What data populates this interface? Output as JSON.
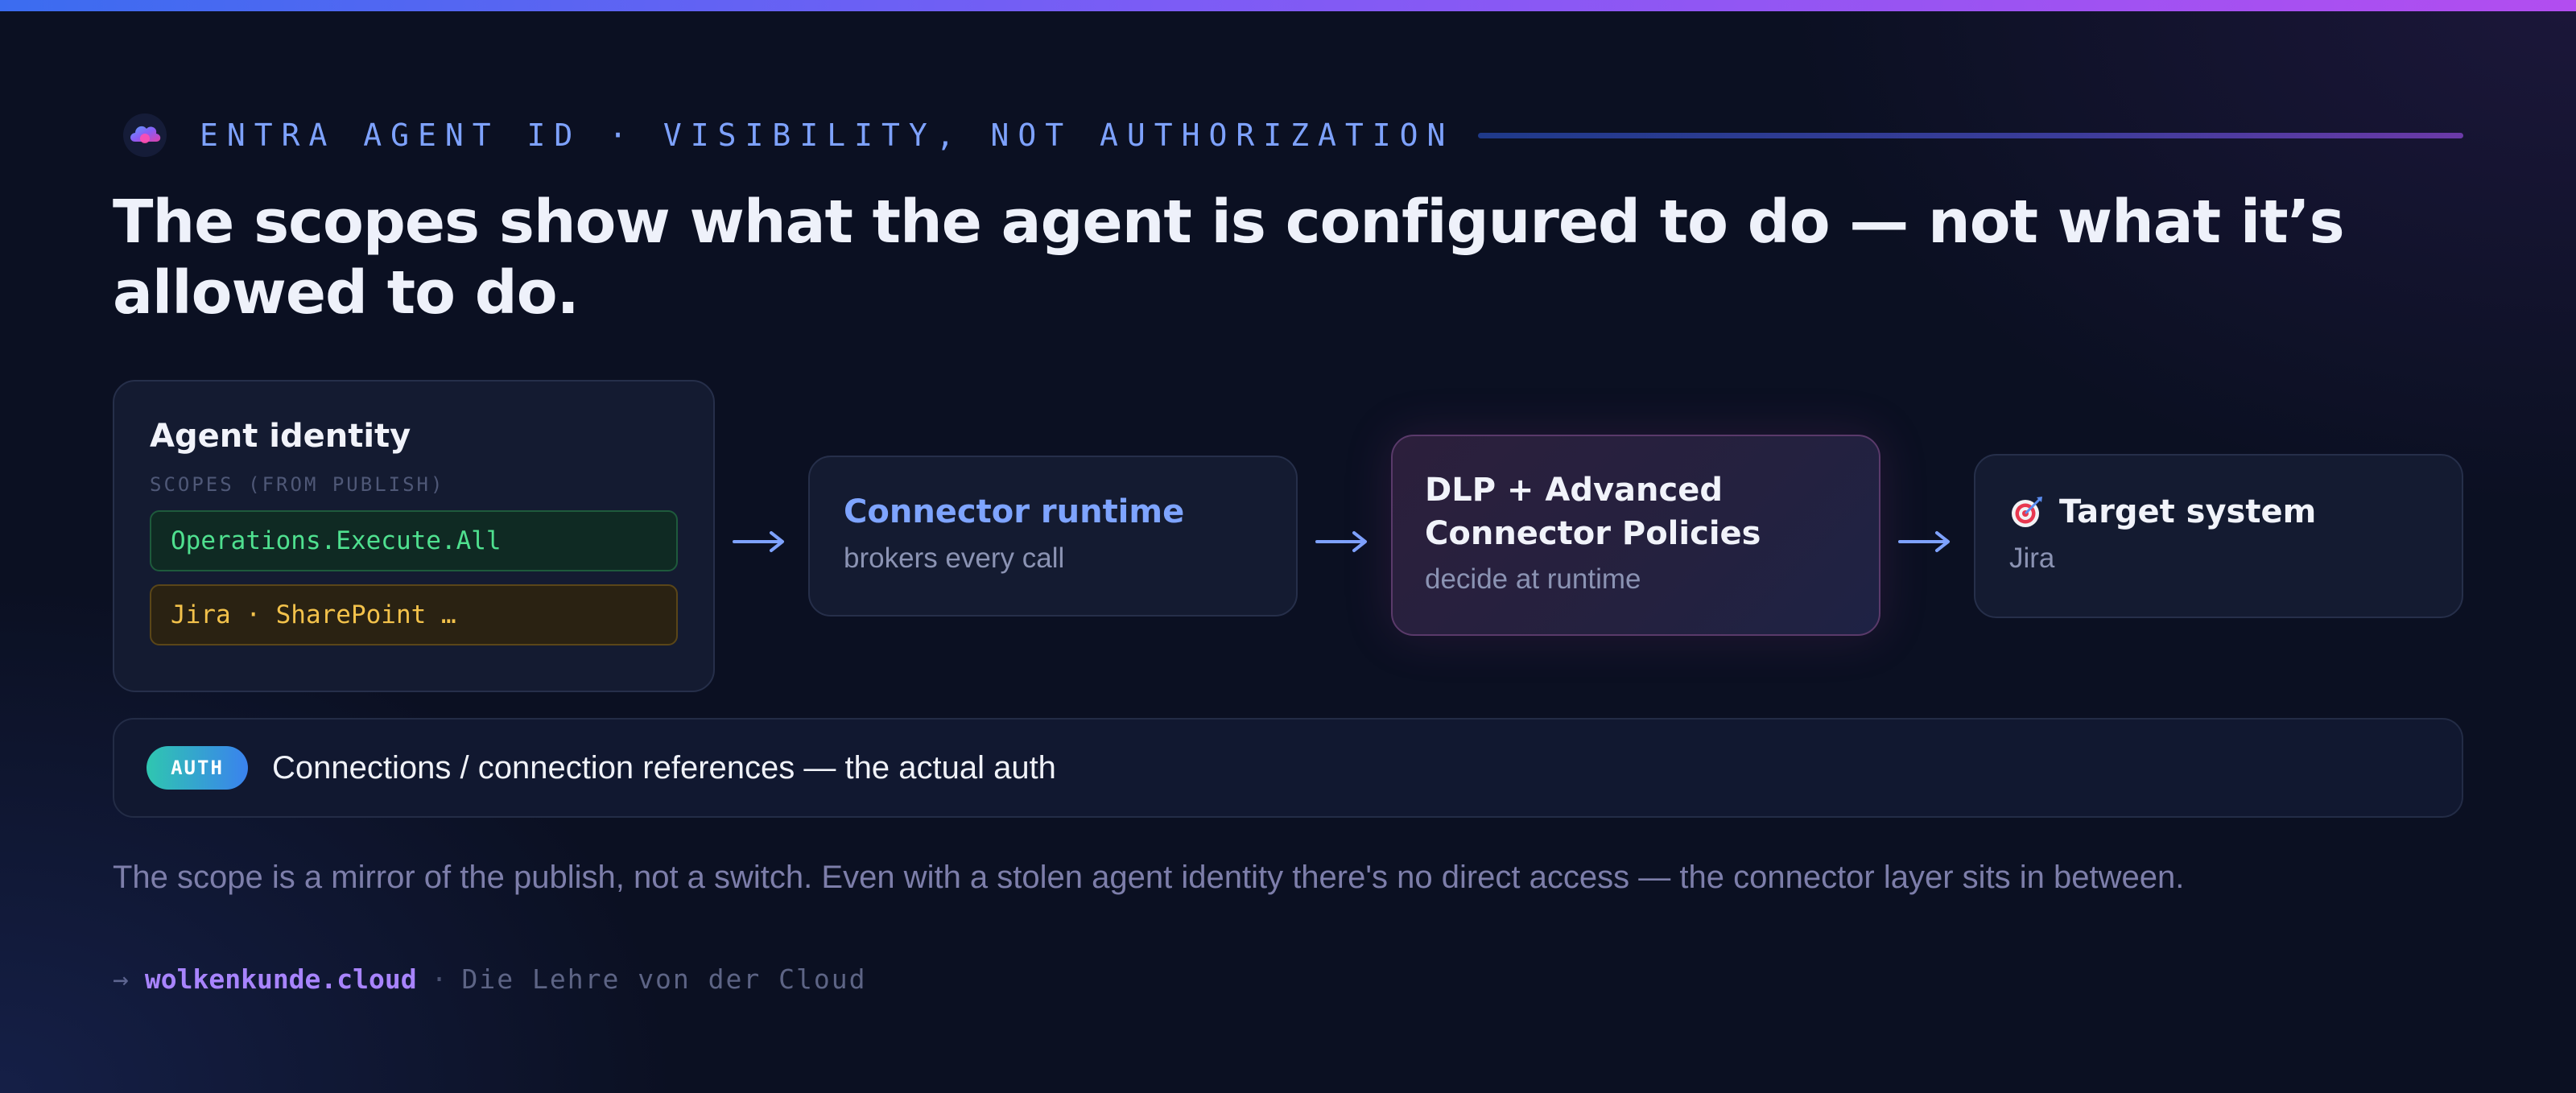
{
  "colors": {
    "background": "#0b1022",
    "accent_blue": "#7ea2ff",
    "accent_purple": "#a884ff",
    "scope_green": "#4fe08f",
    "scope_amber": "#f3c24b",
    "dlp_border": "#5a3a6a"
  },
  "eyebrow": {
    "icon": "cloud-logo-icon",
    "text": "ENTRA AGENT ID · VISIBILITY, NOT AUTHORIZATION"
  },
  "headline": "The scopes show what the agent is configured to do — not what it’s allowed to do.",
  "flow": {
    "agent": {
      "title": "Agent identity",
      "scopes_label": "SCOPES (FROM PUBLISH)",
      "scopes": [
        "Operations.Execute.All",
        "Jira · SharePoint …"
      ]
    },
    "arrow_icon": "arrow-right-icon",
    "runtime": {
      "title": "Connector runtime",
      "subtitle": "brokers every call"
    },
    "dlp": {
      "title": "DLP + Advanced Connector Policies",
      "subtitle": "decide at runtime"
    },
    "target": {
      "icon": "target-icon",
      "title": "Target system",
      "subtitle": "Jira"
    }
  },
  "auth": {
    "badge": "AUTH",
    "text": "Connections / connection references — the actual auth"
  },
  "footnote": "The scope is a mirror of the publish, not a switch. Even with a stolen agent identity there's no direct access — the connector layer sits in between.",
  "footer": {
    "arrow": "→",
    "site": "wolkenkunde.cloud",
    "separator": "·",
    "tagline": "Die Lehre von der Cloud"
  }
}
